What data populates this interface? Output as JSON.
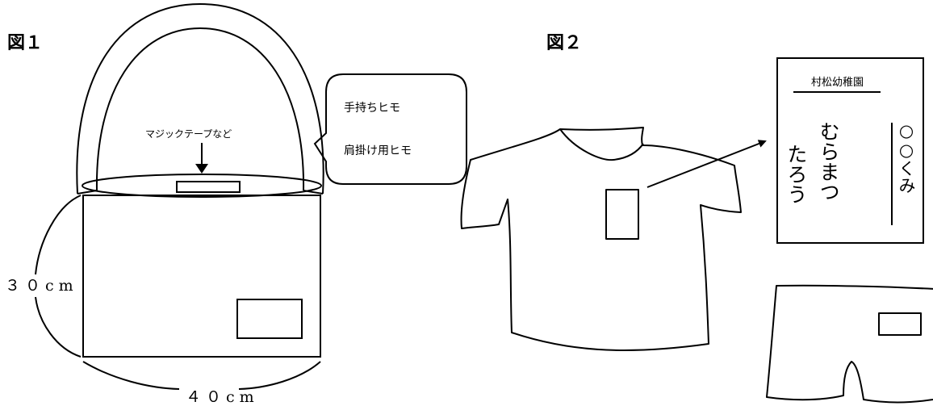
{
  "figure1": {
    "label": "図１",
    "velcro_label": "マジックテープなど",
    "bubble": {
      "line1": "手持ちヒモ",
      "line2": "肩掛け用ヒモ"
    },
    "height_dimension": "３０cm",
    "width_dimension": "４０cm"
  },
  "figure2": {
    "label": "図２",
    "name_tag": {
      "kindergarten": "村松幼稚園",
      "class_name": "○○くみ",
      "surname": "むらまつ",
      "given_name": "たろう"
    }
  }
}
